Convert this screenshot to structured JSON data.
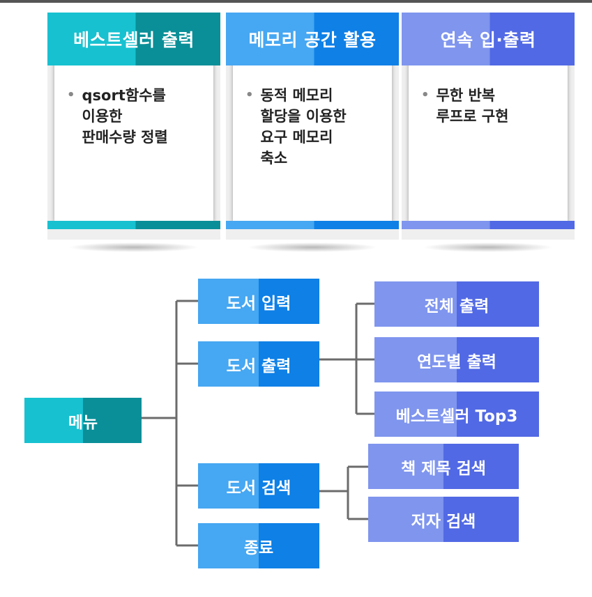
{
  "colors": {
    "teal_light": "#17c1d0",
    "teal_dark": "#0a8f98",
    "blue_light": "#46a7f2",
    "blue_dark": "#0e80e6",
    "violet_light": "#7f95ee",
    "violet_dark": "#5169e4",
    "connector": "#6b6b6b",
    "panel": "#efefef"
  },
  "cards": [
    {
      "title": "베스트셀러 출력",
      "lines": [
        "qsort함수를",
        "이용한",
        "판매수량 정렬"
      ]
    },
    {
      "title": "메모리 공간 활용",
      "lines": [
        "동적 메모리",
        "할당을 이용한",
        "요구 메모리",
        "축소"
      ]
    },
    {
      "title": "연속 입·출력",
      "lines": [
        "무한 반복",
        "루프로 구현"
      ]
    }
  ],
  "tree": {
    "root": "메뉴",
    "branches": [
      "도서 입력",
      "도서 출력",
      "도서 검색",
      "종료"
    ],
    "output_children": [
      "전체 출력",
      "연도별 출력",
      "베스트셀러 Top3"
    ],
    "search_children": [
      "책 제목 검색",
      "저자 검색"
    ]
  }
}
